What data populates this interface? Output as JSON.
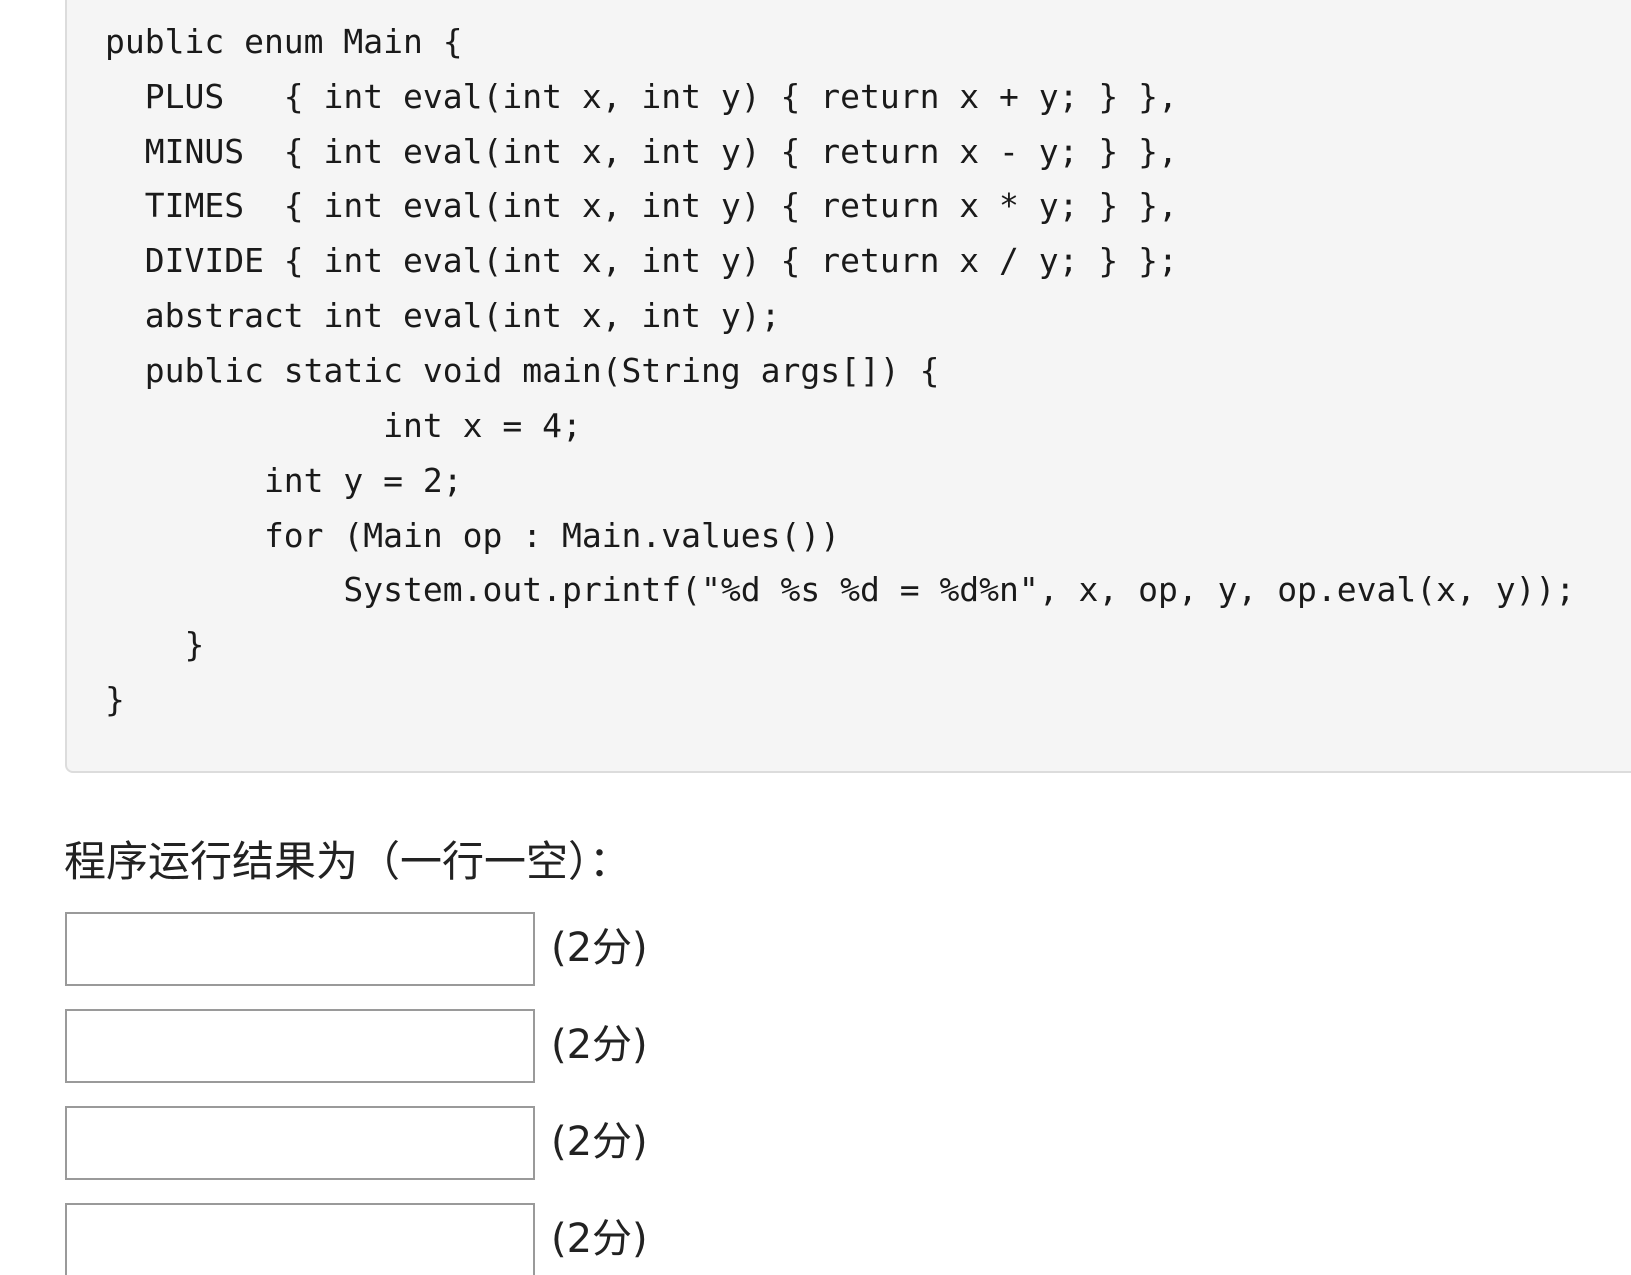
{
  "code": {
    "lines": [
      "public enum Main {",
      "  PLUS   { int eval(int x, int y) { return x + y; } },",
      "  MINUS  { int eval(int x, int y) { return x - y; } },",
      "  TIMES  { int eval(int x, int y) { return x * y; } },",
      "  DIVIDE { int eval(int x, int y) { return x / y; } };",
      "  abstract int eval(int x, int y);",
      "  public static void main(String args[]) {",
      "              int x = 4;",
      "        int y = 2;",
      "        for (Main op : Main.values())",
      "            System.out.printf(\"%d %s %d = %d%n\", x, op, y, op.eval(x, y));",
      "    }",
      "}"
    ]
  },
  "question": {
    "prompt": "程序运行结果为（一行一空）："
  },
  "answers": [
    {
      "value": "",
      "score": "(2分)"
    },
    {
      "value": "",
      "score": "(2分)"
    },
    {
      "value": "",
      "score": "(2分)"
    },
    {
      "value": "",
      "score": "(2分)"
    }
  ]
}
